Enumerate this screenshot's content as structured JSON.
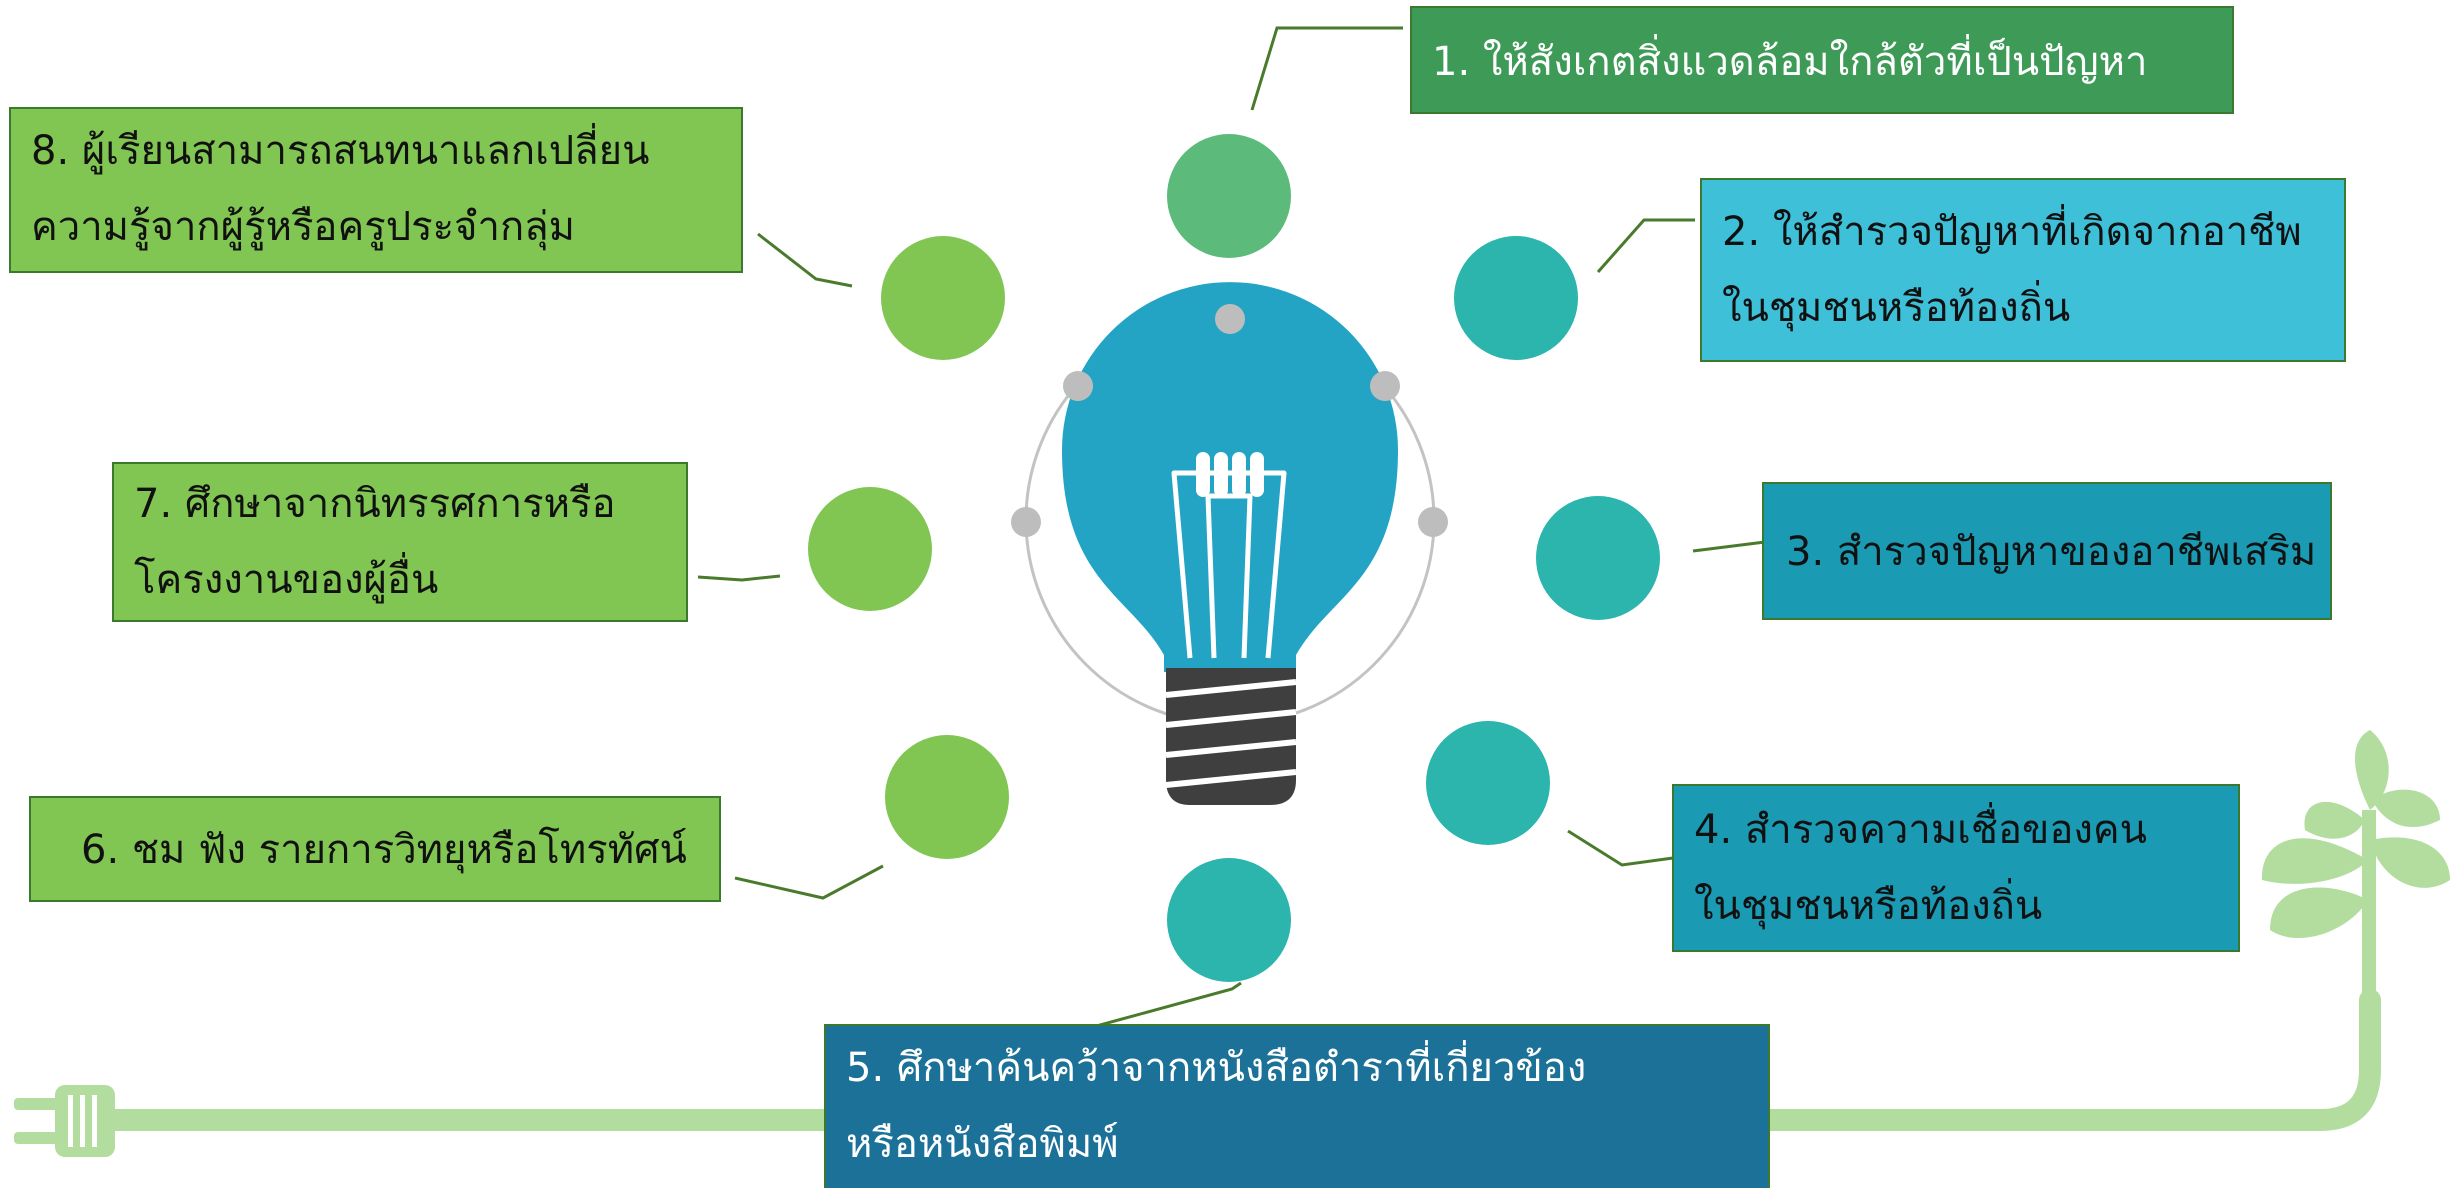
{
  "colors": {
    "box_1": "#3e9b57",
    "box_2": "#3ec0d9",
    "box_3": "#1b9ab3",
    "box_4": "#1b9ab3",
    "box_5": "#1b7198",
    "box_6": "#81c653",
    "box_7": "#81c653",
    "box_8": "#81c653",
    "circle_top": "#5cbb7b",
    "circle_teal": "#2bb5ad",
    "circle_green": "#81c653",
    "bulb": "#24a4c4",
    "bulb_base": "#3f3f3f",
    "cord": "#b3dd9e",
    "connector_line": "#4a7a2b",
    "ring": "#c3c3c3",
    "ring_dot": "#bdbdbd"
  },
  "icons": [
    "lightbulb-icon",
    "plug-icon",
    "plant-icon"
  ],
  "items": {
    "i1": {
      "lines": [
        "1. ให้สังเกตสิ่งแวดล้อมใกล้ตัวที่เป็นปัญหา"
      ]
    },
    "i2": {
      "lines": [
        "2. ให้สำรวจปัญหาที่เกิดจากอาชีพ",
        "ในชุมชนหรือท้องถิ่น"
      ]
    },
    "i3": {
      "lines": [
        "3. สำรวจปัญหาของอาชีพเสริม"
      ]
    },
    "i4": {
      "lines": [
        "4. สำรวจความเชื่อของคน",
        "ในชุมชนหรือท้องถิ่น"
      ]
    },
    "i5": {
      "lines": [
        "5. ศึกษาค้นคว้าจากหนังสือตำราที่เกี่ยวข้อง",
        "หรือหนังสือพิมพ์"
      ]
    },
    "i6": {
      "lines": [
        "6. ชม ฟัง รายการวิทยุหรือโทรทัศน์"
      ]
    },
    "i7": {
      "lines": [
        "7. ศึกษาจากนิทรรศการหรือ",
        "โครงงานของผู้อื่น"
      ]
    },
    "i8": {
      "lines": [
        "8. ผู้เรียนสามารถสนทนาแลกเปลี่ยน",
        "ความรู้จากผู้รู้หรือครูประจำกลุ่ม"
      ]
    }
  }
}
